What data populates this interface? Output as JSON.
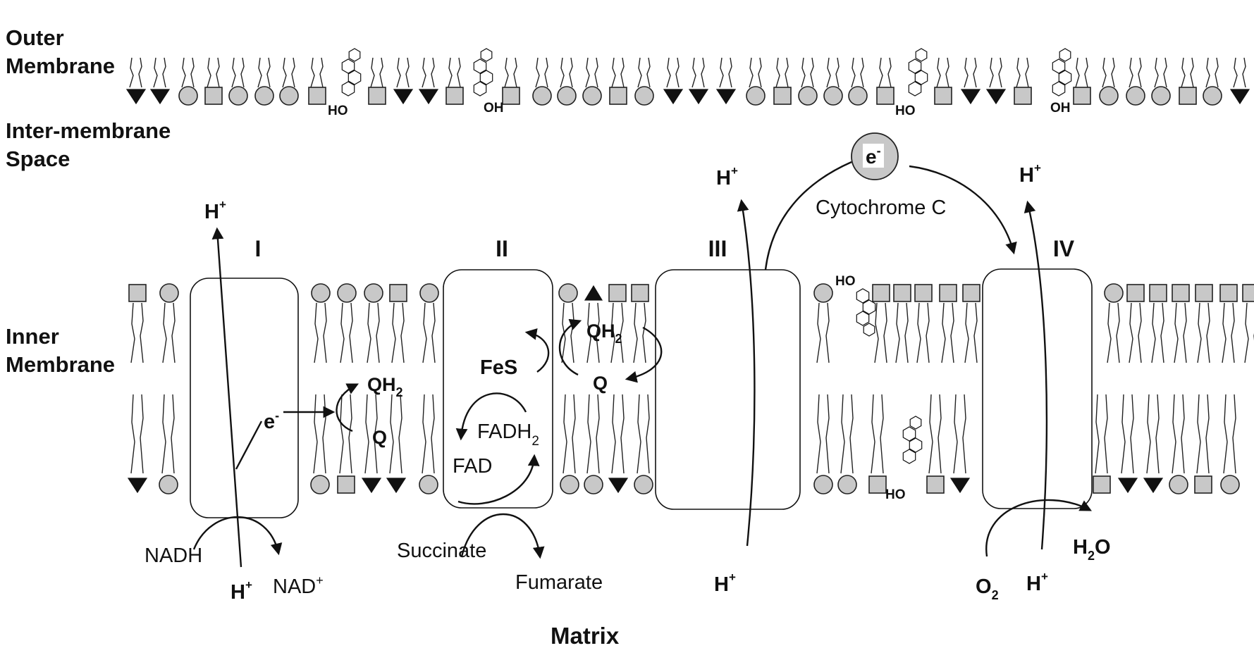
{
  "regions": {
    "outer_membrane": [
      "Outer",
      "Membrane"
    ],
    "intermembrane_space": [
      "Inter-membrane",
      "Space"
    ],
    "inner_membrane": [
      "Inner",
      "Membrane"
    ],
    "matrix": "Matrix"
  },
  "complexes": {
    "I": "I",
    "II": "II",
    "III": "III",
    "IV": "IV"
  },
  "labels": {
    "h_plus": "H",
    "plus": "+",
    "e_minus": "e",
    "minus": "-",
    "qh2": "QH",
    "sub2": "2",
    "q": "Q",
    "fes": "FeS",
    "fadh2": "FADH",
    "fad": "FAD",
    "nadh": "NADH",
    "nad": "NAD",
    "succinate": "Succinate",
    "fumarate": "Fumarate",
    "cytochrome_c": "Cytochrome C",
    "h2o_h": "H",
    "h2o_o": "O",
    "o2_o": "O",
    "ho": "HO",
    "oh": "OH"
  },
  "colors": {
    "lipid_head_fill": "#c8c8c8",
    "outline": "#111111",
    "background": "#ffffff"
  }
}
